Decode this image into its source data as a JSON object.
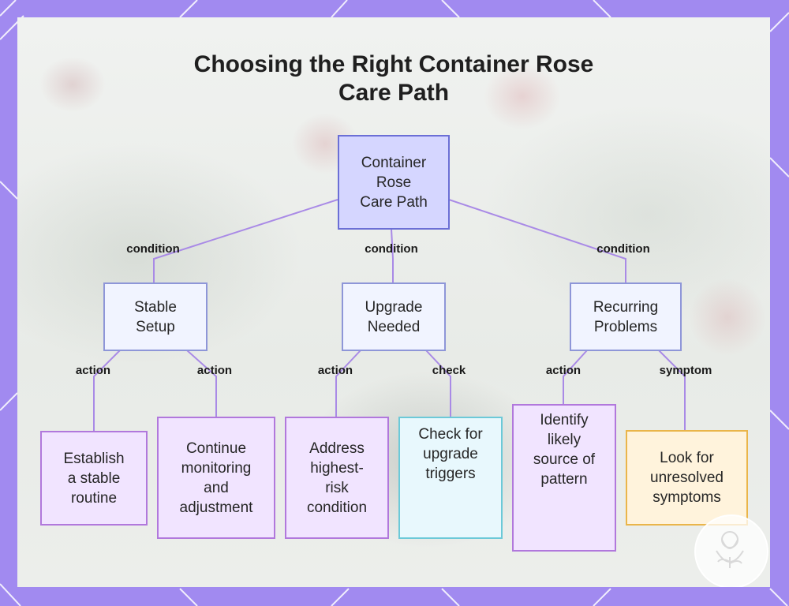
{
  "title_lines": [
    "Choosing the Right Container Rose",
    "Care Path"
  ],
  "nodes": {
    "root": [
      "Container",
      "Rose",
      "Care Path"
    ],
    "stable": [
      "Stable",
      "Setup"
    ],
    "upgrade": [
      "Upgrade",
      "Needed"
    ],
    "recurring": [
      "Recurring",
      "Problems"
    ],
    "establish": [
      "Establish",
      "a stable",
      "routine"
    ],
    "continue": [
      "Continue",
      "monitoring",
      "and",
      "adjustment"
    ],
    "address": [
      "Address",
      "highest-",
      "risk",
      "condition"
    ],
    "check": [
      "Check for",
      "upgrade",
      "triggers"
    ],
    "identify": [
      "Identify",
      "likely",
      "source of",
      "pattern"
    ],
    "look": [
      "Look for",
      "unresolved",
      "symptoms"
    ]
  },
  "edge_labels": {
    "root_stable": "condition",
    "root_upgrade": "condition",
    "root_recurring": "condition",
    "stable_establish": "action",
    "stable_continue": "action",
    "upgrade_address": "action",
    "upgrade_check": "check",
    "recurring_identify": "action",
    "recurring_look": "symptom"
  },
  "colors": {
    "frame": "#a18af0",
    "edge": "#a98ae6",
    "root_fill": "#d5d6ff",
    "leaf_border": "#b178dc",
    "check_border": "#6cc9d8",
    "symptom_border": "#eab54a"
  }
}
